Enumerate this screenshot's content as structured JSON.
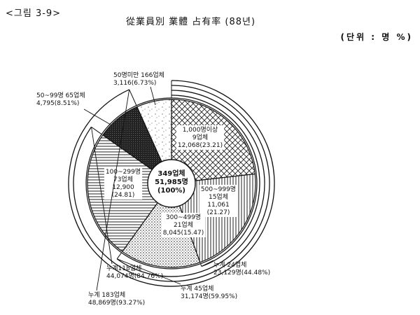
{
  "header": {
    "figure_label": "<그림 3-9>",
    "title": "從業員別  業體  占有率  (88년)",
    "unit": "(단위 : 명 %)"
  },
  "chart_data": {
    "type": "pie",
    "center": [
      "349업체",
      "51,985명",
      "(100%)"
    ],
    "slices": [
      {
        "key": "s1000",
        "label": [
          "1,000명이상",
          "9업체",
          "12,068(23.21)"
        ],
        "companies": 9,
        "employees": 12068,
        "percent": 23.21,
        "pattern": "cross"
      },
      {
        "key": "s500",
        "label": [
          "500~999명",
          "15업체",
          "11,061",
          "(21.27)"
        ],
        "companies": 15,
        "employees": 11061,
        "percent": 21.27,
        "pattern": "vline"
      },
      {
        "key": "s300",
        "label": [
          "300~499명",
          "21업체",
          "8,045(15.47)"
        ],
        "companies": 21,
        "employees": 8045,
        "percent": 15.47,
        "pattern": "dots"
      },
      {
        "key": "s100",
        "label": [
          "100~299명",
          "73업체",
          "12,900",
          "(24.81)"
        ],
        "companies": 73,
        "employees": 12900,
        "percent": 24.81,
        "pattern": "hline"
      },
      {
        "key": "s50",
        "label": [
          "50~99명 65업체",
          "4,795(8.51%)"
        ],
        "companies": 65,
        "employees": 4795,
        "percent": 8.51,
        "pattern": "dark"
      },
      {
        "key": "s0",
        "label": [
          "50명미만 166업체",
          "3,116(6.73%)"
        ],
        "companies": 166,
        "employees": 3116,
        "percent": 6.73,
        "pattern": "speck"
      }
    ],
    "cumulative": [
      {
        "lines": [
          "누계 24업체",
          "23,129명(44.48%)"
        ],
        "percent": 44.48
      },
      {
        "lines": [
          "누계 45업체",
          "31,174명(59.95%)"
        ],
        "percent": 59.95
      },
      {
        "lines": [
          "누계118업체",
          "44,074명(84.76%)"
        ],
        "percent": 84.76
      },
      {
        "lines": [
          "누계 183업체",
          "48,869명(93.27%)"
        ],
        "percent": 93.27
      }
    ]
  }
}
